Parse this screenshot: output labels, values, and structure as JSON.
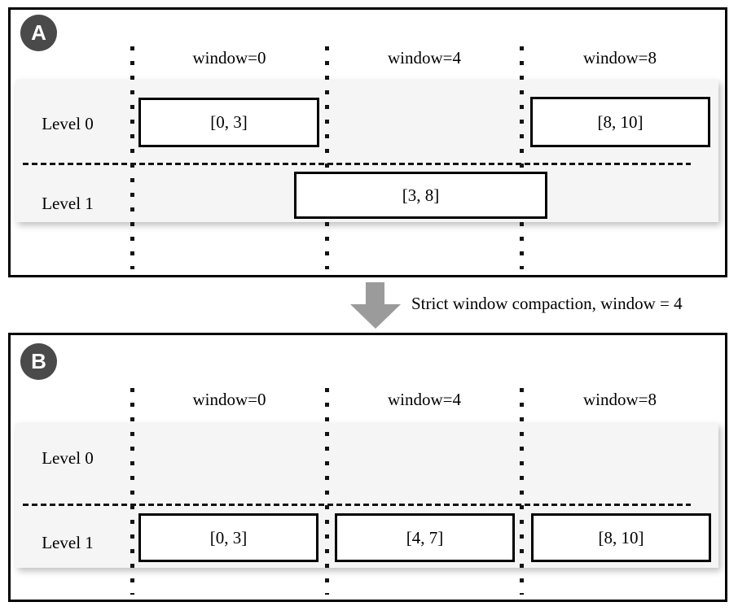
{
  "figure": {
    "panels": {
      "a": {
        "badge": "A",
        "window_labels": [
          "window=0",
          "window=4",
          "window=8"
        ],
        "level_labels": [
          "Level 0",
          "Level 1"
        ],
        "boxes": [
          {
            "label": "[0, 3]",
            "level": "Level 0",
            "window": "window=0"
          },
          {
            "label": "[8, 10]",
            "level": "Level 0",
            "window": "window=8"
          },
          {
            "label": "[3, 8]",
            "level": "Level 1",
            "window": "window=0 through window=8"
          }
        ]
      },
      "b": {
        "badge": "B",
        "window_labels": [
          "window=0",
          "window=4",
          "window=8"
        ],
        "level_labels": [
          "Level 0",
          "Level 1"
        ],
        "boxes": [
          {
            "label": "[0, 3]",
            "level": "Level 1",
            "window": "window=0"
          },
          {
            "label": "[4, 7]",
            "level": "Level 1",
            "window": "window=4"
          },
          {
            "label": "[8, 10]",
            "level": "Level 1",
            "window": "window=8"
          }
        ]
      }
    },
    "transition": {
      "caption": "Strict window compaction, window = 4",
      "icon": "down-arrow"
    },
    "colors": {
      "badge_bg": "#4a4a4a",
      "badge_text": "#ffffff",
      "row_bg": "#f5f5f5",
      "arrow": "#9b9b9b",
      "line": "#141414",
      "panel_border": "#000000",
      "box_bg": "#ffffff"
    }
  }
}
